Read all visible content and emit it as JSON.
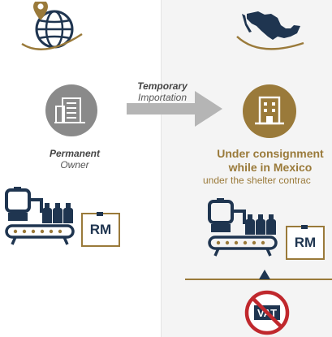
{
  "left": {
    "owner_label": "Permanent",
    "owner_sub": "Owner",
    "rm_label": "RM"
  },
  "arrow": {
    "label": "Temporary",
    "sub": "Importation"
  },
  "right": {
    "consign_line1": "Under consignment",
    "consign_line2": "while in Mexico",
    "consign_line3": "under the shelter contrac",
    "rm_label": "RM",
    "vat_label": "VAT"
  },
  "colors": {
    "navy": "#1f3550",
    "gold": "#9a7a3a",
    "gray_circle": "#8a8a8a",
    "arrow_gray": "#b5b5b5",
    "no_red": "#c0282d"
  },
  "icons": [
    "globe-pin-icon",
    "mexico-map-icon",
    "building-icon",
    "factory-conveyor-icon",
    "raw-material-box-icon",
    "no-vat-icon"
  ]
}
